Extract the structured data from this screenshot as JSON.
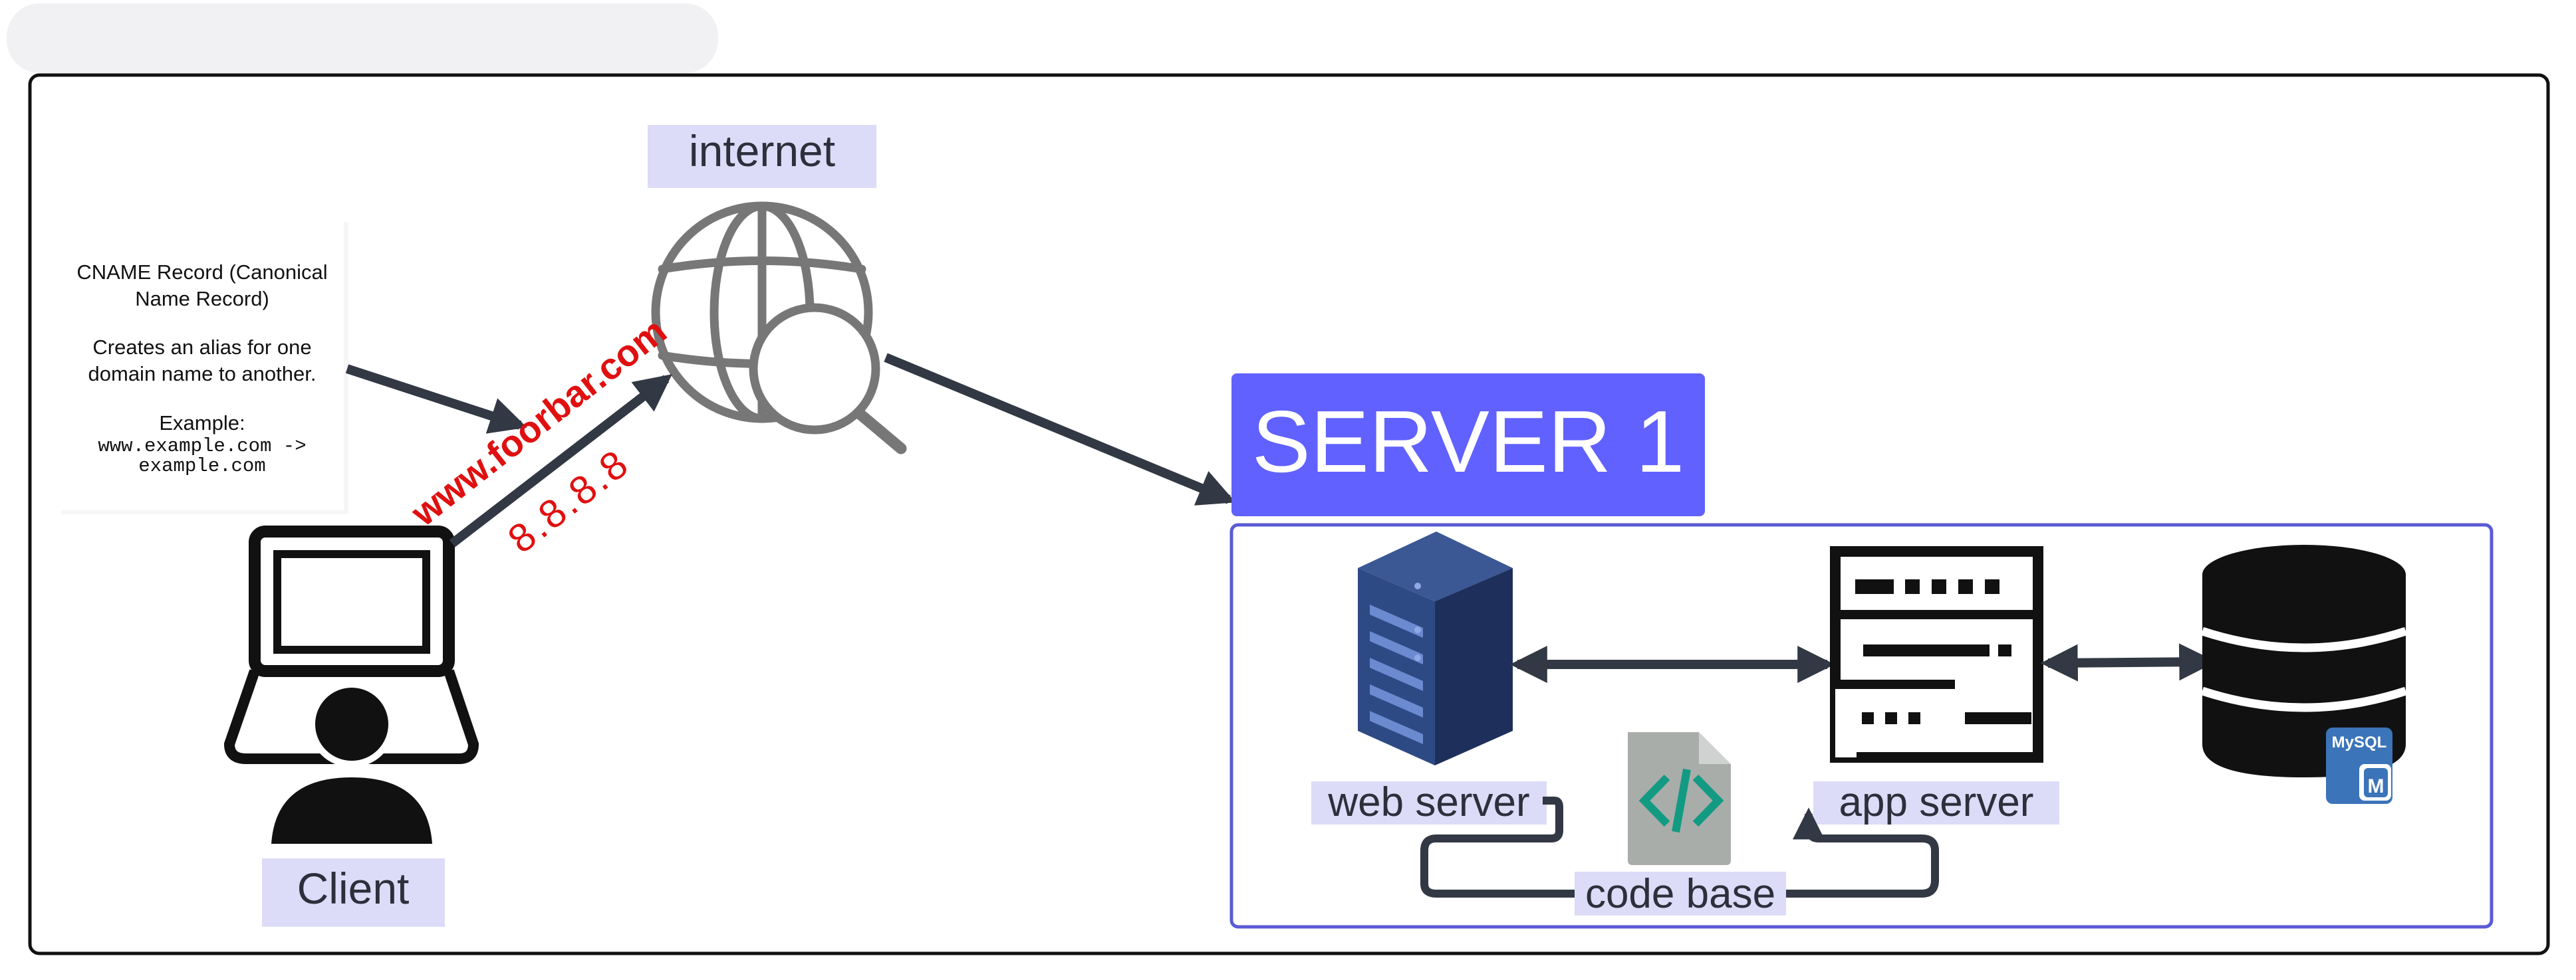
{
  "note": {
    "title_line1": "CNAME Record (Canonical",
    "title_line2": "Name Record)",
    "desc_line1": "Creates an alias for one",
    "desc_line2": "domain name to another.",
    "example_label": "Example:",
    "example_line1": "www.example.com ->",
    "example_line2": "example.com"
  },
  "labels": {
    "internet": "internet",
    "client": "Client",
    "domain": "www.foorbar.com",
    "ip": "8.8.8.8",
    "server_title": "SERVER 1",
    "web_server": "web server",
    "app_server": "app server",
    "code_base": "code base",
    "mysql": "MySQL"
  },
  "icons": [
    "globe-search-icon",
    "laptop-user-icon",
    "server-rack-icon",
    "app-server-icon",
    "code-file-icon",
    "database-icon",
    "mysql-icon"
  ],
  "colors": {
    "server_title_bg": "#6161ff",
    "label_bg": "#dcdcf8",
    "arrow": "#323844",
    "accent_red": "#e01010",
    "server_frame": "#5b5bd6"
  }
}
